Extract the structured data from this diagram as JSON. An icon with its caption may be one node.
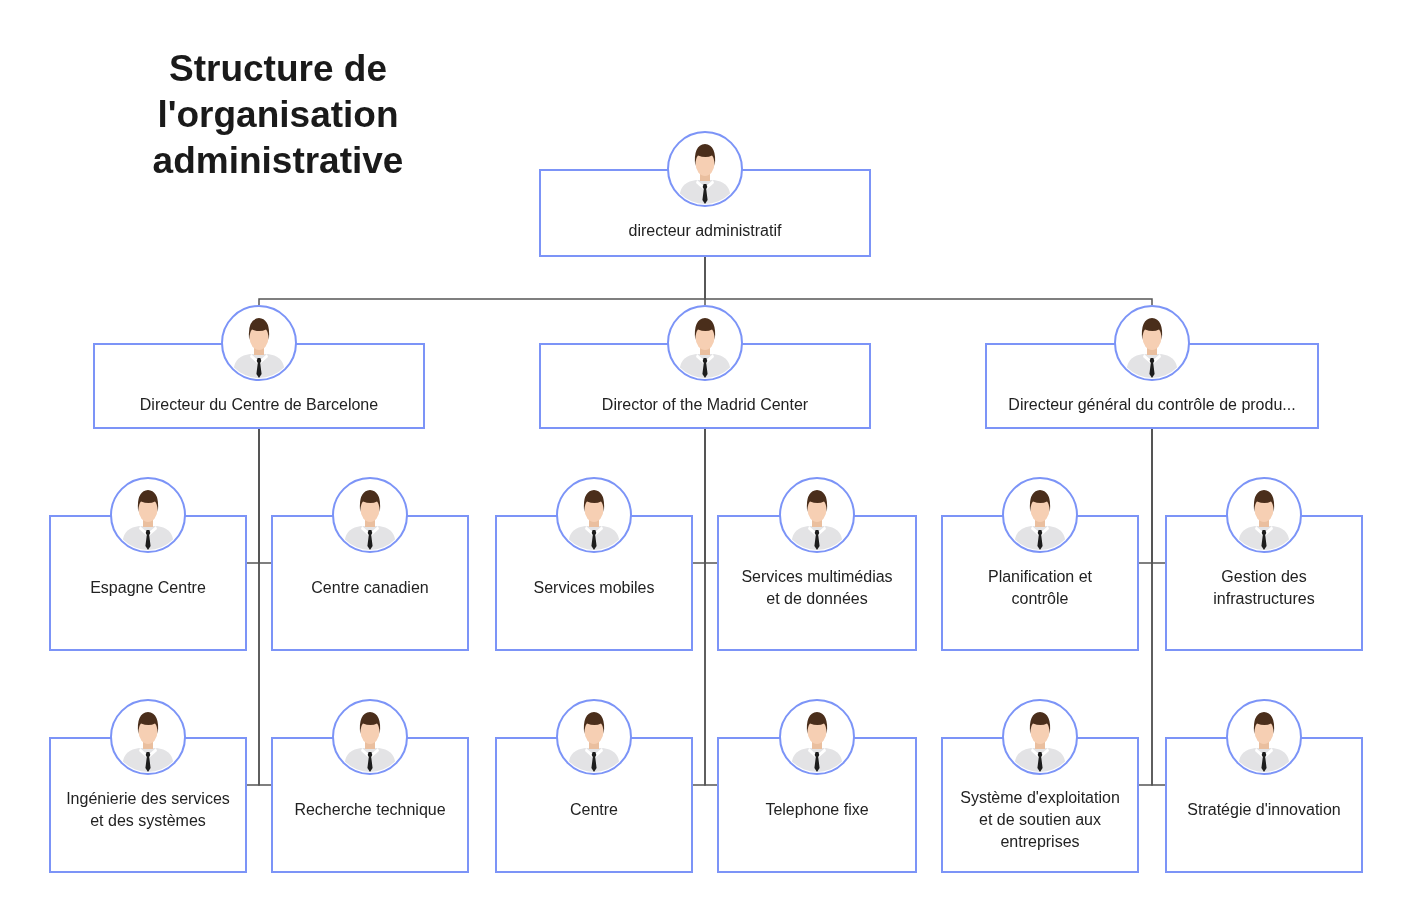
{
  "diagram": {
    "title": "Structure de l'organisation administrative",
    "nodes": [
      {
        "text": [
          "directeur administratif"
        ]
      },
      {
        "text": [
          "Directeur du Centre de Barcelone"
        ]
      },
      {
        "text": [
          "Director of the Madrid Center"
        ]
      },
      {
        "text": [
          "Directeur général du contrôle de produ..."
        ]
      },
      {
        "text": [
          "Espagne Centre"
        ]
      },
      {
        "text": [
          "Centre canadien"
        ]
      },
      {
        "text": [
          "Ingénierie des services et des systèmes"
        ]
      },
      {
        "text": [
          "Recherche technique"
        ]
      },
      {
        "text": [
          "Services mobiles"
        ]
      },
      {
        "text": [
          "Services multimédias et de données"
        ]
      },
      {
        "text": [
          "Centre"
        ]
      },
      {
        "text": [
          "Telephone fixe"
        ]
      },
      {
        "text": [
          "Planification et contrôle"
        ]
      },
      {
        "text": [
          "Gestion des infrastructures"
        ]
      },
      {
        "text": [
          "Système d'exploitation et de soutien aux entreprises"
        ]
      },
      {
        "text": [
          "Stratégie d'innovation"
        ]
      }
    ],
    "edges": [
      {
        "from": 0,
        "to": 1,
        "arrow": "none"
      },
      {
        "from": 0,
        "to": 2,
        "arrow": "none"
      },
      {
        "from": 0,
        "to": 3,
        "arrow": "none"
      },
      {
        "from": 1,
        "to": 4,
        "arrow": "none"
      },
      {
        "from": 1,
        "to": 5,
        "arrow": "none"
      },
      {
        "from": 1,
        "to": 6,
        "arrow": "none"
      },
      {
        "from": 1,
        "to": 7,
        "arrow": "none"
      },
      {
        "from": 2,
        "to": 8,
        "arrow": "none"
      },
      {
        "from": 2,
        "to": 9,
        "arrow": "none"
      },
      {
        "from": 2,
        "to": 10,
        "arrow": "none"
      },
      {
        "from": 2,
        "to": 11,
        "arrow": "none"
      },
      {
        "from": 3,
        "to": 12,
        "arrow": "none"
      },
      {
        "from": 3,
        "to": 13,
        "arrow": "none"
      },
      {
        "from": 3,
        "to": 14,
        "arrow": "none"
      },
      {
        "from": 3,
        "to": 15,
        "arrow": "none"
      }
    ]
  }
}
